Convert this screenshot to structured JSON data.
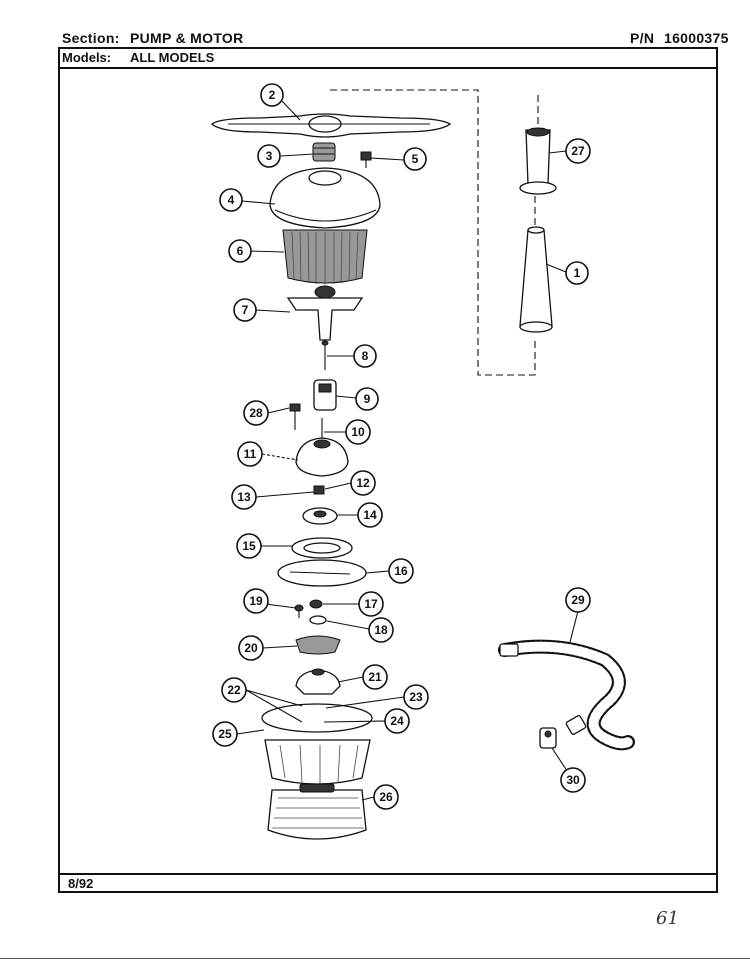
{
  "header": {
    "section_label": "Section:",
    "section_value": "PUMP & MOTOR",
    "pn_label": "P/N",
    "pn_value": "16000375"
  },
  "models": {
    "label": "Models:",
    "value": "ALL MODELS"
  },
  "footer": {
    "date": "8/92"
  },
  "signature": "61",
  "callouts": {
    "c1": "1",
    "c2": "2",
    "c3": "3",
    "c4": "4",
    "c5": "5",
    "c6": "6",
    "c7": "7",
    "c8": "8",
    "c9": "9",
    "c10": "10",
    "c11": "11",
    "c12": "12",
    "c13": "13",
    "c14": "14",
    "c15": "15",
    "c16": "16",
    "c17": "17",
    "c18": "18",
    "c19": "19",
    "c20": "20",
    "c21": "21",
    "c22": "22",
    "c23": "23",
    "c24": "24",
    "c25": "25",
    "c26": "26",
    "c27": "27",
    "c28": "28",
    "c29": "29",
    "c30": "30"
  }
}
